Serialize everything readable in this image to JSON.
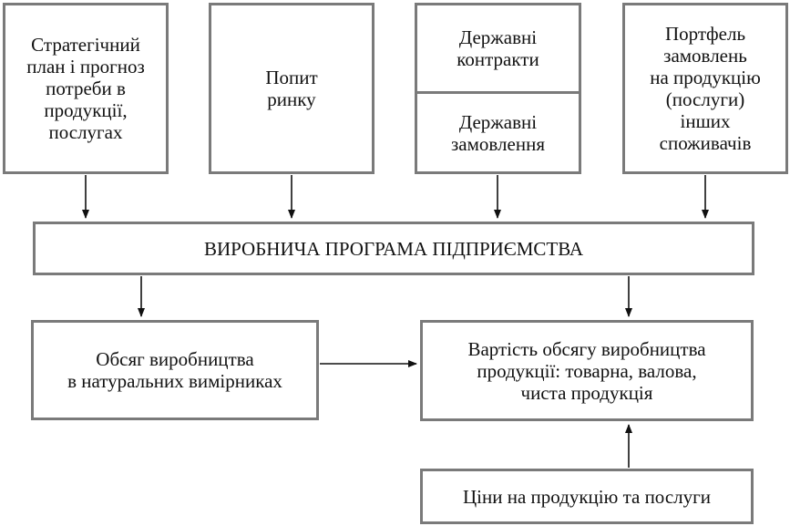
{
  "boxes": {
    "strategic_plan": "Стратегічний\nплан і прогноз\nпотреби в\nпродукції,\nпослугах",
    "market_demand": "Попит\nринку",
    "state_contracts": "Державні\nконтракти",
    "state_orders": "Державні\nзамовлення",
    "order_portfolio": "Портфель\nзамовлень\nна продукцію\n(послуги)\nінших\nспоживачів",
    "production_program": "ВИРОБНИЧА ПРОГРАМА ПІДПРИЄМСТВА",
    "natural_volume": "Обсяг виробництва\nв натуральних вимірниках",
    "value_volume": "Вартість обсягу виробництва\nпродукції: товарна, валова,\nчиста продукція",
    "prices": "Ціни на продукцію та послуги"
  }
}
